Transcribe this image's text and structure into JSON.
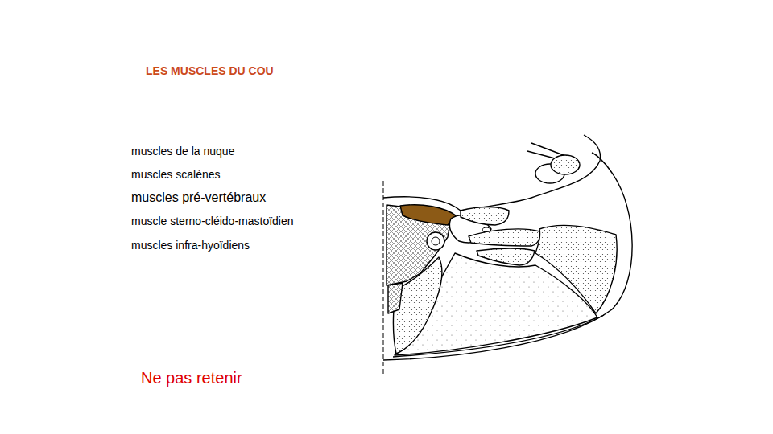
{
  "diagram": {
    "title": "LES MUSCLES DU COU",
    "labels": [
      "muscles de la nuque",
      "muscles scalènes",
      "muscles pré-vertébraux",
      "muscle sterno-cléido-mastoïdien",
      "muscles infra-hyoïdiens",
      "Ne pas retenir"
    ]
  }
}
